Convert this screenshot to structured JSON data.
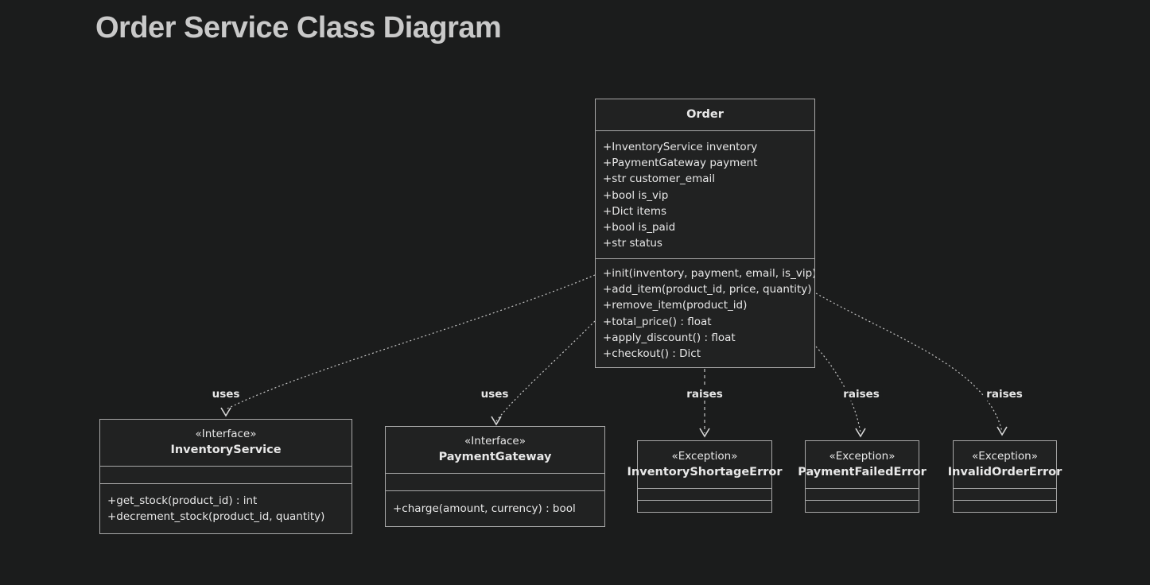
{
  "title": "Order Service Class Diagram",
  "colors": {
    "background": "#1b1c1c",
    "node_fill": "#212222",
    "node_border": "#a8a8a8",
    "text": "#e8e8e8",
    "title_text": "#c9c9c9",
    "edge": "#c4c4c4"
  },
  "classes": [
    {
      "name": "Order",
      "annotation": "",
      "attributes": [
        "+InventoryService inventory",
        "+PaymentGateway payment",
        "+str customer_email",
        "+bool is_vip",
        "+Dict items",
        "+bool is_paid",
        "+str status"
      ],
      "methods": [
        "+init(inventory, payment, email, is_vip)",
        "+add_item(product_id, price, quantity)",
        "+remove_item(product_id)",
        "+total_price() : float",
        "+apply_discount() : float",
        "+checkout() : Dict"
      ]
    },
    {
      "name": "InventoryService",
      "annotation": "«Interface»",
      "attributes": [],
      "methods": [
        "+get_stock(product_id) : int",
        "+decrement_stock(product_id, quantity)"
      ]
    },
    {
      "name": "PaymentGateway",
      "annotation": "«Interface»",
      "attributes": [],
      "methods": [
        "+charge(amount, currency) : bool"
      ]
    },
    {
      "name": "InventoryShortageError",
      "annotation": "«Exception»",
      "attributes": [],
      "methods": []
    },
    {
      "name": "PaymentFailedError",
      "annotation": "«Exception»",
      "attributes": [],
      "methods": []
    },
    {
      "name": "InvalidOrderError",
      "annotation": "«Exception»",
      "attributes": [],
      "methods": []
    }
  ],
  "edges": [
    {
      "label": "uses",
      "from": "Order",
      "to": "InventoryService"
    },
    {
      "label": "uses",
      "from": "Order",
      "to": "PaymentGateway"
    },
    {
      "label": "raises",
      "from": "Order",
      "to": "InventoryShortageError"
    },
    {
      "label": "raises",
      "from": "Order",
      "to": "PaymentFailedError"
    },
    {
      "label": "raises",
      "from": "Order",
      "to": "InvalidOrderError"
    }
  ]
}
